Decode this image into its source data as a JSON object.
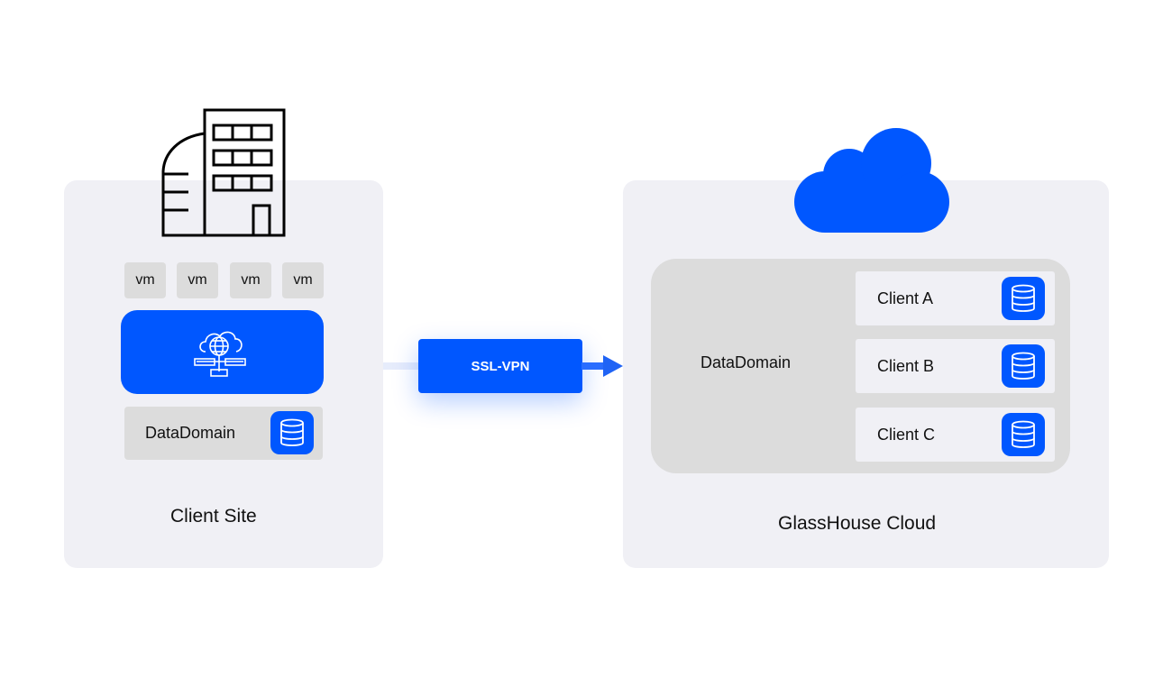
{
  "client_site": {
    "vms": [
      "vm",
      "vm",
      "vm",
      "vm"
    ],
    "datadomain_label": "DataDomain",
    "site_label": "Client Site"
  },
  "connection": {
    "vpn_label": "SSL-VPN"
  },
  "cloud": {
    "datadomain_label": "DataDomain",
    "clients": [
      "Client A",
      "Client B",
      "Client C"
    ],
    "site_label": "GlassHouse Cloud"
  },
  "colors": {
    "accent_blue": "#0057ff",
    "panel_bg": "#f0f0f5",
    "box_gray": "#dcdcdc"
  },
  "icons": {
    "client_building": "building-icon",
    "network": "cloud-network-icon",
    "storage": "database-icon",
    "cloud": "cloud-icon"
  }
}
